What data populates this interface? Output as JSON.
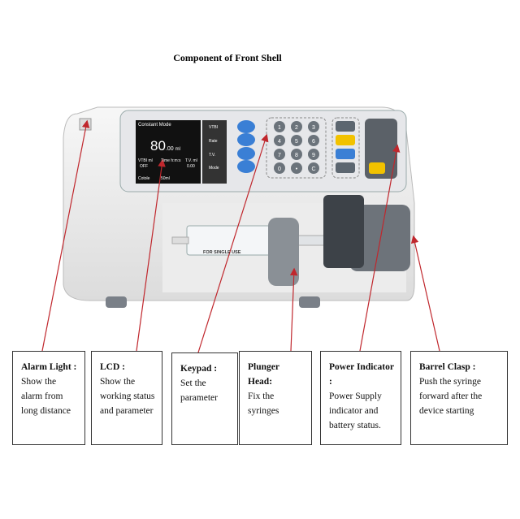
{
  "title": "Component of Front Shell",
  "screen": {
    "mode": "Constant Mode",
    "value": "80",
    "value_decimal": ".00",
    "unit": "ml",
    "vtbi_label": "VTBI ml",
    "vtbi_value": "OFF",
    "time_label": "Time h:m:s",
    "tv_label": "T.V. ml",
    "tv_value": "0.00",
    "brand": "Cotole",
    "syringe_size": "50ml",
    "side_buttons": [
      "VTBI",
      "Rate",
      "T.V.",
      "Mode"
    ]
  },
  "keypad": [
    "1",
    "2",
    "3",
    "4",
    "5",
    "6",
    "7",
    "8",
    "9",
    "0",
    "•",
    "C"
  ],
  "syringe_text": "FOR SINGLE USE",
  "callouts": [
    {
      "title": "Alarm Light :",
      "text": "Show the alarm from long distance"
    },
    {
      "title": "LCD :",
      "text": "Show the working status and parameter"
    },
    {
      "title": "Keypad :",
      "text": "Set the parameter"
    },
    {
      "title": "Plunger Head:",
      "text": "Fix the syringes"
    },
    {
      "title": "Power Indicator :",
      "text": "Power Supply indicator and battery status."
    },
    {
      "title": "Barrel Clasp :",
      "text": "Push the syringe forward after the device starting"
    }
  ],
  "colors": {
    "arrow": "#c0272d",
    "button_blue": "#3a7fd5",
    "key_yellow": "#f2c200"
  }
}
